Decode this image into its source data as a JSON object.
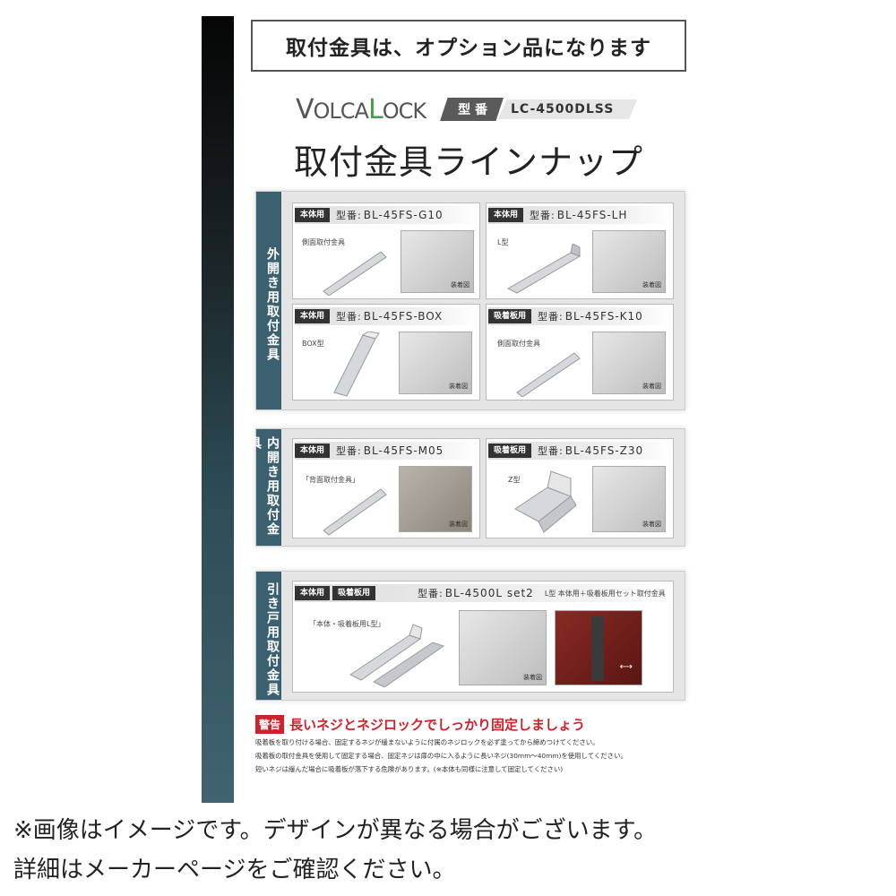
{
  "notice": "取付金具は、オプション品になります",
  "brand": {
    "logo_text": "VOLCALOCK",
    "model_label": "型 番",
    "model_value": "LC-4500DLSS"
  },
  "title": "取付金具ラインナップ",
  "sections": [
    {
      "label": "外開き用取付金具",
      "cards": [
        {
          "badges": [
            "本体用"
          ],
          "model": "BL-45FS-G10",
          "desc": "側面取付金具",
          "photo_caption": "装着図"
        },
        {
          "badges": [
            "本体用"
          ],
          "model": "BL-45FS-LH",
          "desc": "L型",
          "photo_caption": "装着図"
        },
        {
          "badges": [
            "本体用"
          ],
          "model": "BL-45FS-BOX",
          "desc": "BOX型",
          "photo_caption": "装着図"
        },
        {
          "badges": [
            "吸着板用"
          ],
          "model": "BL-45FS-K10",
          "desc": "側面取付金具",
          "photo_caption": "装着図"
        }
      ]
    },
    {
      "label": "内開き用取付金具",
      "cards": [
        {
          "badges": [
            "本体用"
          ],
          "model": "BL-45FS-M05",
          "desc": "「背面取付金具」",
          "photo_caption": "装着図"
        },
        {
          "badges": [
            "吸着板用"
          ],
          "model": "BL-45FS-Z30",
          "desc": "Z型",
          "photo_caption": "装着図"
        }
      ]
    },
    {
      "label": "引き戸用取付金具",
      "cards": [
        {
          "badges": [
            "本体用",
            "吸着板用"
          ],
          "model": "BL-4500L set2",
          "subtitle": "L型 本体用＋吸着板用セット取付金具",
          "desc": "「本体・吸着板用L型」",
          "photo_caption": "装着図"
        }
      ]
    }
  ],
  "model_prefix": "型番:",
  "warning": {
    "badge": "警告",
    "title": "長いネジとネジロックでしっかり固定しましょう",
    "lines": [
      "吸着板を取り付ける場合、固定するネジが緩まないように付属のネジロックを必ず塗ってから締めつけてください。",
      "吸着板の取付金具を使用して固定する場合、固定ネジは扉の中に入るように長いネジ(30mm〜40mm)を使用してください。",
      "短いネジは緩んだ場合に吸着板が落下する危険があります。(※本体も同様に注意して固定してください)"
    ]
  },
  "footer": {
    "line1": "※画像はイメージです。デザインが異なる場合がございます。",
    "line2": "詳細はメーカーページをご確認ください。"
  }
}
